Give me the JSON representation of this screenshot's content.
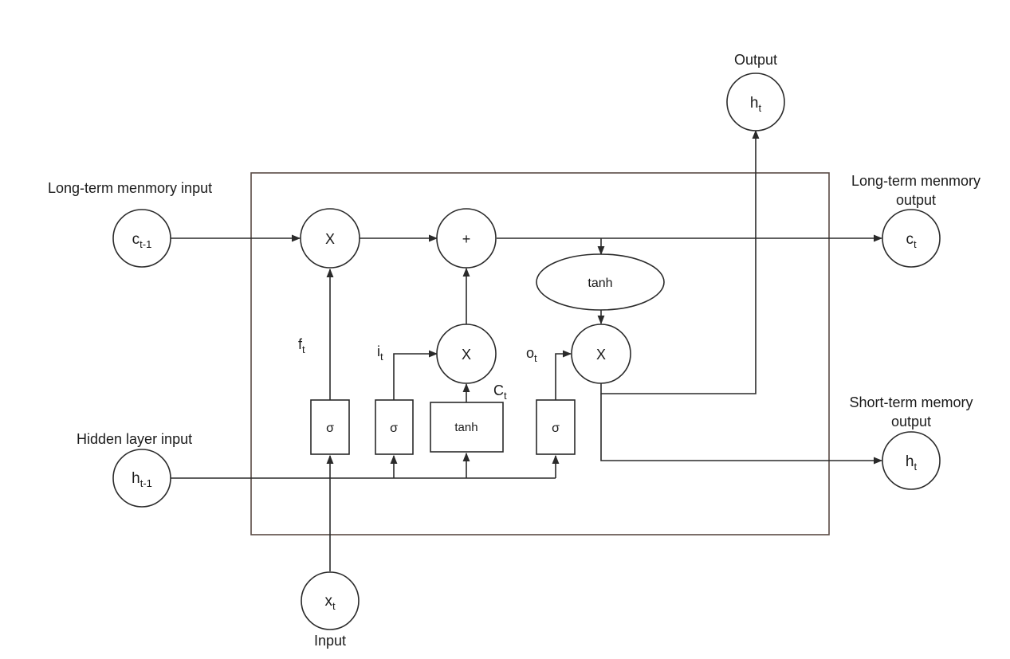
{
  "labels": {
    "long_term_input": "Long-term menmory input",
    "long_term_output_line1": "Long-term menmory",
    "long_term_output_line2": "output",
    "hidden_input": "Hidden layer input",
    "short_term_output_line1": "Short-term memory",
    "short_term_output_line2": "output",
    "output": "Output",
    "input": "Input"
  },
  "nodes": {
    "c_prev": {
      "main": "c",
      "sub": "t-1"
    },
    "c_t": {
      "main": "c",
      "sub": "t"
    },
    "h_prev": {
      "main": "h",
      "sub": "t-1"
    },
    "h_out_top": {
      "main": "h",
      "sub": "t"
    },
    "h_out_right": {
      "main": "h",
      "sub": "t"
    },
    "x_t": {
      "main": "x",
      "sub": "t"
    }
  },
  "operators": {
    "forget_mult": "X",
    "add": "+",
    "input_mult": "X",
    "output_mult": "X"
  },
  "gates": {
    "forget_sigma": "σ",
    "input_sigma": "σ",
    "candidate_tanh": "tanh",
    "output_sigma": "σ",
    "cell_tanh": "tanh"
  },
  "gate_labels": {
    "f": {
      "main": "f",
      "sub": "t"
    },
    "i": {
      "main": "i",
      "sub": "t"
    },
    "o": {
      "main": "o",
      "sub": "t"
    },
    "C": {
      "main": "C",
      "sub": "t"
    }
  }
}
